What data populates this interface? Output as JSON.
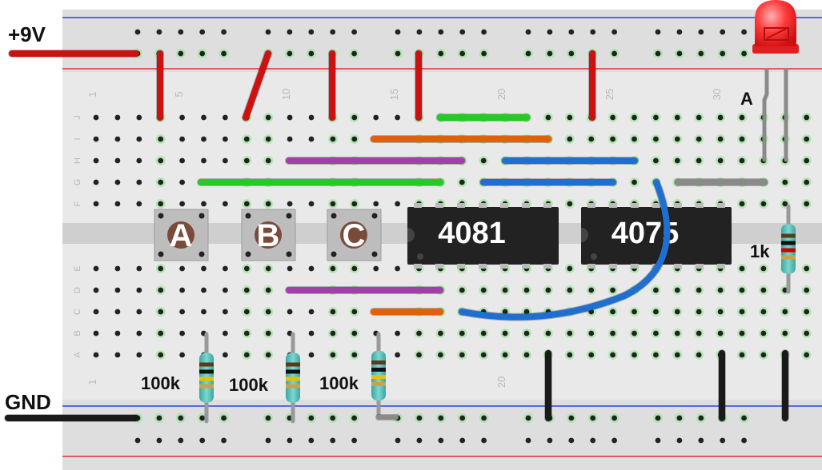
{
  "labels": {
    "supply": "+9V",
    "ground": "GND",
    "led_anode": "A",
    "r_led": "1k",
    "r_pull_a": "100k",
    "r_pull_b": "100k",
    "r_pull_c": "100k"
  },
  "buttons": [
    {
      "label": "A"
    },
    {
      "label": "B"
    },
    {
      "label": "C"
    }
  ],
  "chips": [
    {
      "label": "4081"
    },
    {
      "label": "4075"
    }
  ],
  "rows": {
    "top": [
      "J",
      "I",
      "H",
      "G",
      "F"
    ],
    "bottom": [
      "E",
      "D",
      "C",
      "B",
      "A"
    ]
  },
  "columns_top": [
    "1",
    "5",
    "10",
    "15",
    "20",
    "25",
    "30"
  ],
  "columns_bottom": [
    "1",
    "20"
  ],
  "colors": {
    "red_wire": "#cc1111",
    "black_wire": "#1a1a1a",
    "green_wire": "#22cc22",
    "orange_wire": "#e06010",
    "purple_wire": "#a040a8",
    "blue_wire": "#1e6fd0",
    "gray_wire": "#8a8a8a",
    "led": "#ff2a2a",
    "breadboard": "#e6e6e6",
    "rail_red": "#e03030",
    "rail_blue": "#2040d0"
  }
}
